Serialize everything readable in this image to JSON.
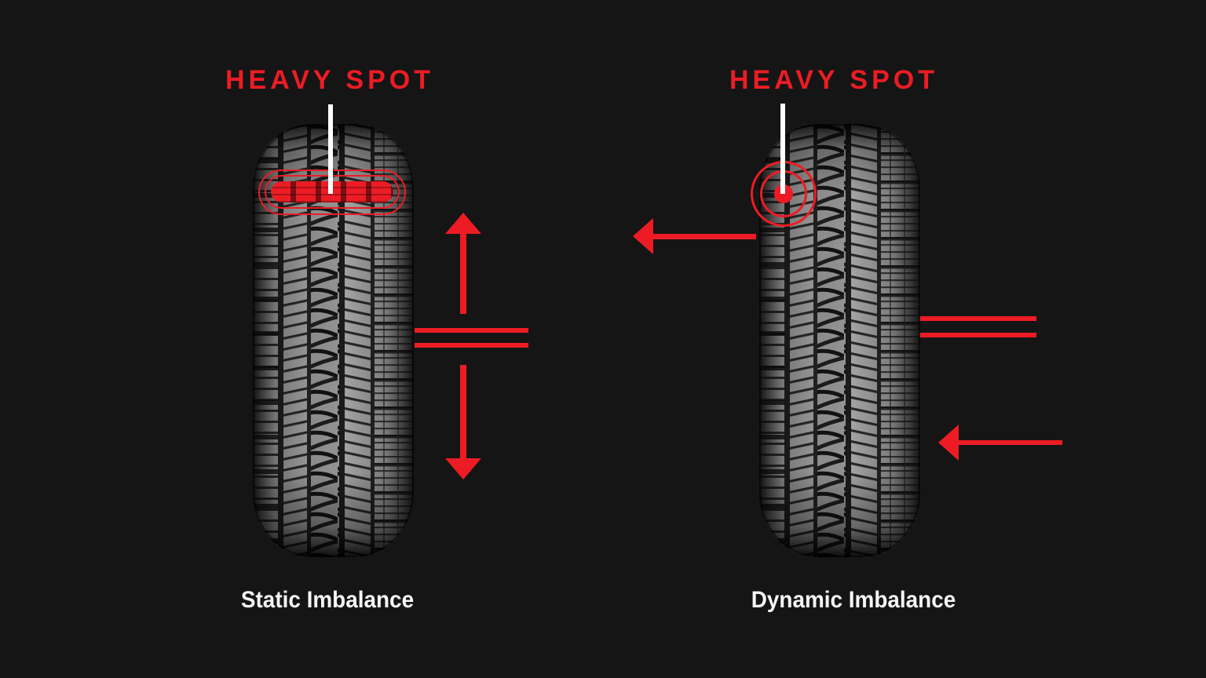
{
  "colors": {
    "background": "#151515",
    "accent_red": "#ed1c24",
    "pointer_white": "#ffffff",
    "caption_white": "#f7f7f7"
  },
  "panels": [
    {
      "id": "static",
      "heavy_spot_label": "HEAVY SPOT",
      "caption": "Static Imbalance",
      "marker": "band-highlight",
      "arrows": [
        "up",
        "down"
      ],
      "axle_symbol": "double-horizontal-line"
    },
    {
      "id": "dynamic",
      "heavy_spot_label": "HEAVY SPOT",
      "caption": "Dynamic Imbalance",
      "marker": "concentric-target",
      "arrows": [
        "left-top",
        "left-bottom"
      ],
      "axle_symbol": "double-horizontal-line"
    }
  ]
}
